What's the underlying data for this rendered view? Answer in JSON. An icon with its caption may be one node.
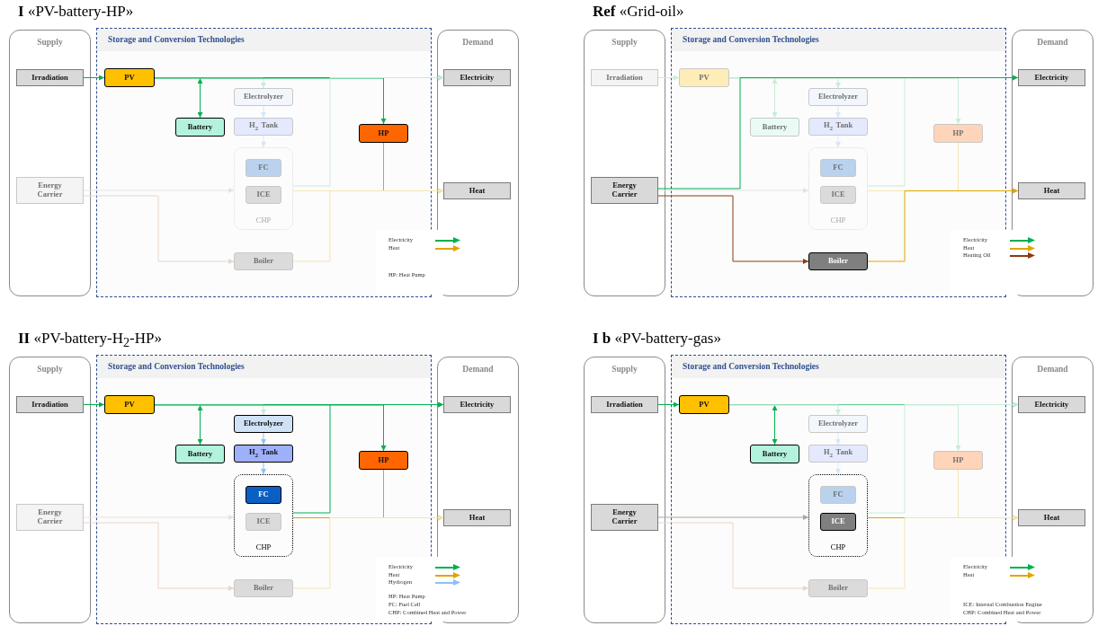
{
  "diagram": {
    "nodes": [
      {
        "text": [
          "Supply"
        ]
      },
      {
        "text": [
          "Storage and Conversion Technologies"
        ]
      },
      {
        "text": [
          "Demand"
        ]
      },
      {
        "text": [
          "Irradiation"
        ],
        "in": 0
      },
      {
        "text": [
          "PV"
        ],
        "in": 1
      },
      {
        "text": [
          "Electricity"
        ],
        "in": 2
      },
      {
        "text": [
          "Electrolyzer"
        ],
        "in": 1
      },
      {
        "text": [
          "Battery"
        ],
        "in": 1
      },
      {
        "text": [
          "H$_{2}$ Tank"
        ],
        "in": 1
      },
      {
        "text": [
          "HP"
        ],
        "in": 1
      },
      {
        "text": [
          "CHP"
        ],
        "in": 1
      },
      {
        "text": [
          "FC"
        ],
        "in": 10
      },
      {
        "text": [
          "Energy Carrier"
        ],
        "in": 0
      },
      {
        "text": [
          "Heat"
        ],
        "in": 2
      },
      {
        "text": [
          "ICE"
        ],
        "in": 10
      },
      {
        "text": [
          "Boiler"
        ],
        "in": 1
      },
      {
        "text": [
          "Supply"
        ]
      },
      {
        "text": [
          "Storage and Conversion Technologies"
        ]
      },
      {
        "text": [
          "Demand"
        ]
      },
      {
        "text": [
          "Irradiation"
        ],
        "in": 16
      },
      {
        "text": [
          "PV"
        ],
        "in": 17
      },
      {
        "text": [
          "Electricity"
        ],
        "in": 18
      },
      {
        "text": [
          "Electrolyzer"
        ],
        "in": 17
      },
      {
        "text": [
          "Battery"
        ],
        "in": 17
      },
      {
        "text": [
          "H$_{2}$ Tank"
        ],
        "in": 17
      },
      {
        "text": [
          "HP"
        ],
        "in": 17
      },
      {
        "text": [
          "CHP"
        ],
        "in": 17
      },
      {
        "text": [
          "FC"
        ],
        "in": 26
      },
      {
        "text": [
          "Energy Carrier"
        ],
        "in": 16
      },
      {
        "text": [
          "Heat"
        ],
        "in": 18
      },
      {
        "text": [
          "ICE"
        ],
        "in": 26
      },
      {
        "text": [
          "Boiler"
        ],
        "in": 17
      },
      {
        "text": [
          "Supply"
        ]
      },
      {
        "text": [
          "Storage and Conversion Technologies"
        ]
      },
      {
        "text": [
          "Demand"
        ]
      },
      {
        "text": [
          "Irradiation"
        ],
        "in": 32
      },
      {
        "text": [
          "PV"
        ],
        "in": 33
      },
      {
        "text": [
          "Electricity"
        ],
        "in": 34
      },
      {
        "text": [
          "Electrolyzer"
        ],
        "in": 33
      },
      {
        "text": [
          "Battery"
        ],
        "in": 33
      },
      {
        "text": [
          "H$_{2}$ Tank"
        ],
        "in": 33
      },
      {
        "text": [
          "HP"
        ],
        "in": 33
      },
      {
        "text": [
          "CHP"
        ],
        "in": 33
      },
      {
        "text": [
          "FC"
        ],
        "in": 42
      },
      {
        "text": [
          "Energy Carrier"
        ],
        "in": 32
      },
      {
        "text": [
          "Heat"
        ],
        "in": 34
      },
      {
        "text": [
          "ICE"
        ],
        "in": 42
      },
      {
        "text": [
          "Boiler"
        ],
        "in": 33
      },
      {
        "text": [
          "Supply"
        ]
      },
      {
        "text": [
          "Storage and Conversion Technologies"
        ]
      },
      {
        "text": [
          "Demand"
        ]
      },
      {
        "text": [
          "Irradiation"
        ],
        "in": 48
      },
      {
        "text": [
          "PV"
        ],
        "in": 49
      },
      {
        "text": [
          "Electricity"
        ],
        "in": 50
      },
      {
        "text": [
          "Electrolyzer"
        ],
        "in": 49
      },
      {
        "text": [
          "Battery"
        ],
        "in": 49
      },
      {
        "text": [
          "H$_{2}$ Tank"
        ],
        "in": 49
      },
      {
        "text": [
          "HP"
        ],
        "in": 49
      },
      {
        "text": [
          "CHP"
        ],
        "in": 49
      },
      {
        "text": [
          "FC"
        ],
        "in": 58
      },
      {
        "text": [
          "Energy Carrier"
        ],
        "in": 48
      },
      {
        "text": [
          "Heat"
        ],
        "in": 50
      },
      {
        "text": [
          "ICE"
        ],
        "in": 58
      },
      {
        "text": [
          "Boiler"
        ],
        "in": 49
      }
    ],
    "edges": [
      {
        "from": 3,
        "to": 4,
        "arrow": "to"
      },
      {
        "from": 4,
        "to": 5,
        "arrow": "to"
      },
      {
        "from": null,
        "to": 7,
        "arrow": "both"
      },
      {
        "from": 4,
        "to": 6,
        "arrow": "to",
        "color": "#c8ecd6"
      },
      {
        "from": 6,
        "to": 8,
        "arrow": "to",
        "color": "#d6e6f8"
      },
      {
        "from": 8,
        "to": 10,
        "arrow": "to",
        "color": "#d6e6f8"
      },
      {
        "from": 4,
        "to": 9,
        "arrow": "to"
      },
      {
        "from": 9,
        "to": 13,
        "arrow": "to",
        "color": "#e0a500"
      },
      {
        "from": 10,
        "to": 5,
        "arrow": "to",
        "color": "#c8ecd6"
      },
      {
        "from": 10,
        "to": 13,
        "arrow": "to",
        "color": "#f5e4b0"
      },
      {
        "from": 12,
        "to": 10,
        "arrow": "to",
        "color": "#e3e3e3"
      },
      {
        "from": 12,
        "to": 15,
        "arrow": "to",
        "color": "#ead5ca"
      },
      {
        "from": 15,
        "to": 13,
        "arrow": "to",
        "color": "#f5e4b0"
      },
      {
        "from": 19,
        "to": 20,
        "arrow": "to",
        "color": "#c8ecd6"
      },
      {
        "from": 20,
        "to": 21,
        "arrow": "to",
        "color": "#c8ecd6"
      },
      {
        "from": null,
        "to": 23,
        "arrow": "both",
        "color": "#c8ecd6"
      },
      {
        "from": 20,
        "to": 22,
        "arrow": "to",
        "color": "#c8ecd6"
      },
      {
        "from": 22,
        "to": 24,
        "arrow": "to",
        "color": "#d6e6f8"
      },
      {
        "from": 24,
        "to": 26,
        "arrow": "to",
        "color": "#d6e6f8"
      },
      {
        "from": 20,
        "to": 25,
        "arrow": "to",
        "color": "#c8ecd6"
      },
      {
        "from": 25,
        "to": 29,
        "arrow": "to",
        "color": "#f5e4b0"
      },
      {
        "from": 26,
        "to": 21,
        "arrow": "to",
        "color": "#c8ecd6"
      },
      {
        "from": 26,
        "to": 29,
        "arrow": "to",
        "color": "#f5e4b0"
      },
      {
        "from": 28,
        "to": 26,
        "arrow": "to",
        "color": "#e3e3e3"
      },
      {
        "from": 28,
        "to": 31,
        "arrow": "to",
        "color": "#8b3a0f"
      },
      {
        "from": 31,
        "to": 29,
        "arrow": "to",
        "color": "#e0a500"
      },
      {
        "from": 28,
        "to": 21,
        "arrow": "to"
      },
      {
        "from": 35,
        "to": 36,
        "arrow": "to"
      },
      {
        "from": 36,
        "to": 37,
        "arrow": "to"
      },
      {
        "from": null,
        "to": 39,
        "arrow": "both"
      },
      {
        "from": 36,
        "to": 38,
        "arrow": "to",
        "color": "#c8ecd6"
      },
      {
        "from": 38,
        "to": 40,
        "arrow": "to",
        "color": "#8ec0f2"
      },
      {
        "from": 40,
        "to": 42,
        "arrow": "to",
        "color": "#8ec0f2"
      },
      {
        "from": 36,
        "to": 41,
        "arrow": "to"
      },
      {
        "from": 41,
        "to": 45,
        "arrow": "to",
        "color": "#e0a500"
      },
      {
        "from": 42,
        "to": 37,
        "arrow": "to"
      },
      {
        "from": 42,
        "to": 45,
        "arrow": "to",
        "color": "#e0a500"
      },
      {
        "from": 44,
        "to": 42,
        "arrow": "to",
        "color": "#e3e3e3"
      },
      {
        "from": 44,
        "to": 47,
        "arrow": "to",
        "color": "#ead5ca"
      },
      {
        "from": 47,
        "to": 45,
        "arrow": "to",
        "color": "#f5e4b0"
      },
      {
        "from": 51,
        "to": 52,
        "arrow": "to"
      },
      {
        "from": 52,
        "to": 53,
        "arrow": "to"
      },
      {
        "from": null,
        "to": 55,
        "arrow": "both"
      },
      {
        "from": 52,
        "to": 54,
        "arrow": "to",
        "color": "#c8ecd6"
      },
      {
        "from": 54,
        "to": 56,
        "arrow": "to",
        "color": "#d6e6f8"
      },
      {
        "from": 56,
        "to": 58,
        "arrow": "to",
        "color": "#d6e6f8"
      },
      {
        "from": 52,
        "to": 57,
        "arrow": "to",
        "color": "#c8ecd6"
      },
      {
        "from": 57,
        "to": 61,
        "arrow": "to",
        "color": "#f5e4b0"
      },
      {
        "from": 58,
        "to": 53,
        "arrow": "to",
        "color": "#c8ecd6"
      },
      {
        "from": 58,
        "to": 61,
        "arrow": "to",
        "color": "#e0a500"
      },
      {
        "from": 60,
        "to": 58,
        "arrow": "to",
        "color": "#a6a6a6"
      },
      {
        "from": 60,
        "to": 63,
        "arrow": "to",
        "color": "#ead5ca"
      },
      {
        "from": 63,
        "to": 61,
        "arrow": "to",
        "color": "#f5e4b0"
      }
    ],
    "labels": [
      "**I** «PV-battery-HP»",
      "**Ref** «Grid-oil»",
      "HP: Heat Pump",
      "**II** «PV-battery-H$_{2}$-HP»",
      "**I b** «PV-battery-gas»",
      "HP: Heat Pump",
      "FC: Fuel Cell",
      "CHP: Combined Heat and Power",
      "ICE: Internal Combustion Engine",
      "CHP: Combined Heat and Power"
    ],
    "legend": [
      {
        "text": "Electricity",
        "color": "#00b050"
      },
      {
        "text": "Heat",
        "color": "#e0a500"
      },
      {
        "text": "Electricity",
        "color": "#00b050"
      },
      {
        "text": "Heat",
        "color": "#e0a500"
      },
      {
        "text": "Heating Oil",
        "color": "#8b3a0f"
      },
      {
        "text": "Electricity",
        "color": "#00b050"
      },
      {
        "text": "Heat",
        "color": "#e0a500"
      },
      {
        "text": "Hydrogen",
        "color": "#8ec0f2"
      },
      {
        "text": "Electricity",
        "color": "#00b050"
      },
      {
        "text": "Heat",
        "color": "#e0a500"
      }
    ]
  }
}
